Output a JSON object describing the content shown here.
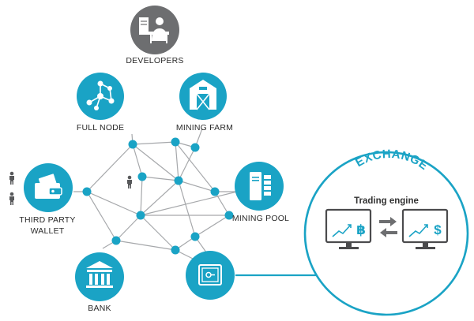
{
  "diagram": {
    "nodes": {
      "developers": {
        "label": "DEVELOPERS",
        "icon": "developer-workstation-icon",
        "color": "#6d6e70"
      },
      "full_node": {
        "label": "FULL NODE",
        "icon": "network-node-icon",
        "color": "#1aa3c5"
      },
      "mining_farm": {
        "label": "MINING FARM",
        "icon": "barn-icon",
        "color": "#1aa3c5"
      },
      "third_party_wallet": {
        "label_line1": "THIRD PARTY",
        "label_line2": "WALLET",
        "icon": "wallet-icon",
        "color": "#1aa3c5"
      },
      "mining_pool": {
        "label": "MINING POOL",
        "icon": "server-rack-icon",
        "color": "#1aa3c5"
      },
      "bank": {
        "label": "BANK",
        "icon": "bank-building-icon",
        "color": "#1aa3c5"
      },
      "vault": {
        "icon": "safe-icon",
        "color": "#1aa3c5"
      }
    },
    "exchange": {
      "title": "EXCHANGE",
      "subtitle": "Trading engine",
      "left_currency": "฿",
      "right_currency": "$",
      "left_icon": "bitcoin-monitor-icon",
      "right_icon": "dollar-monitor-icon",
      "swap_icon": "swap-arrows-icon",
      "color": "#1aa3c5"
    },
    "colors": {
      "accent": "#1aa3c5",
      "grey": "#6d6e70",
      "line": "#a6a8ab",
      "person": "#58595b"
    }
  }
}
